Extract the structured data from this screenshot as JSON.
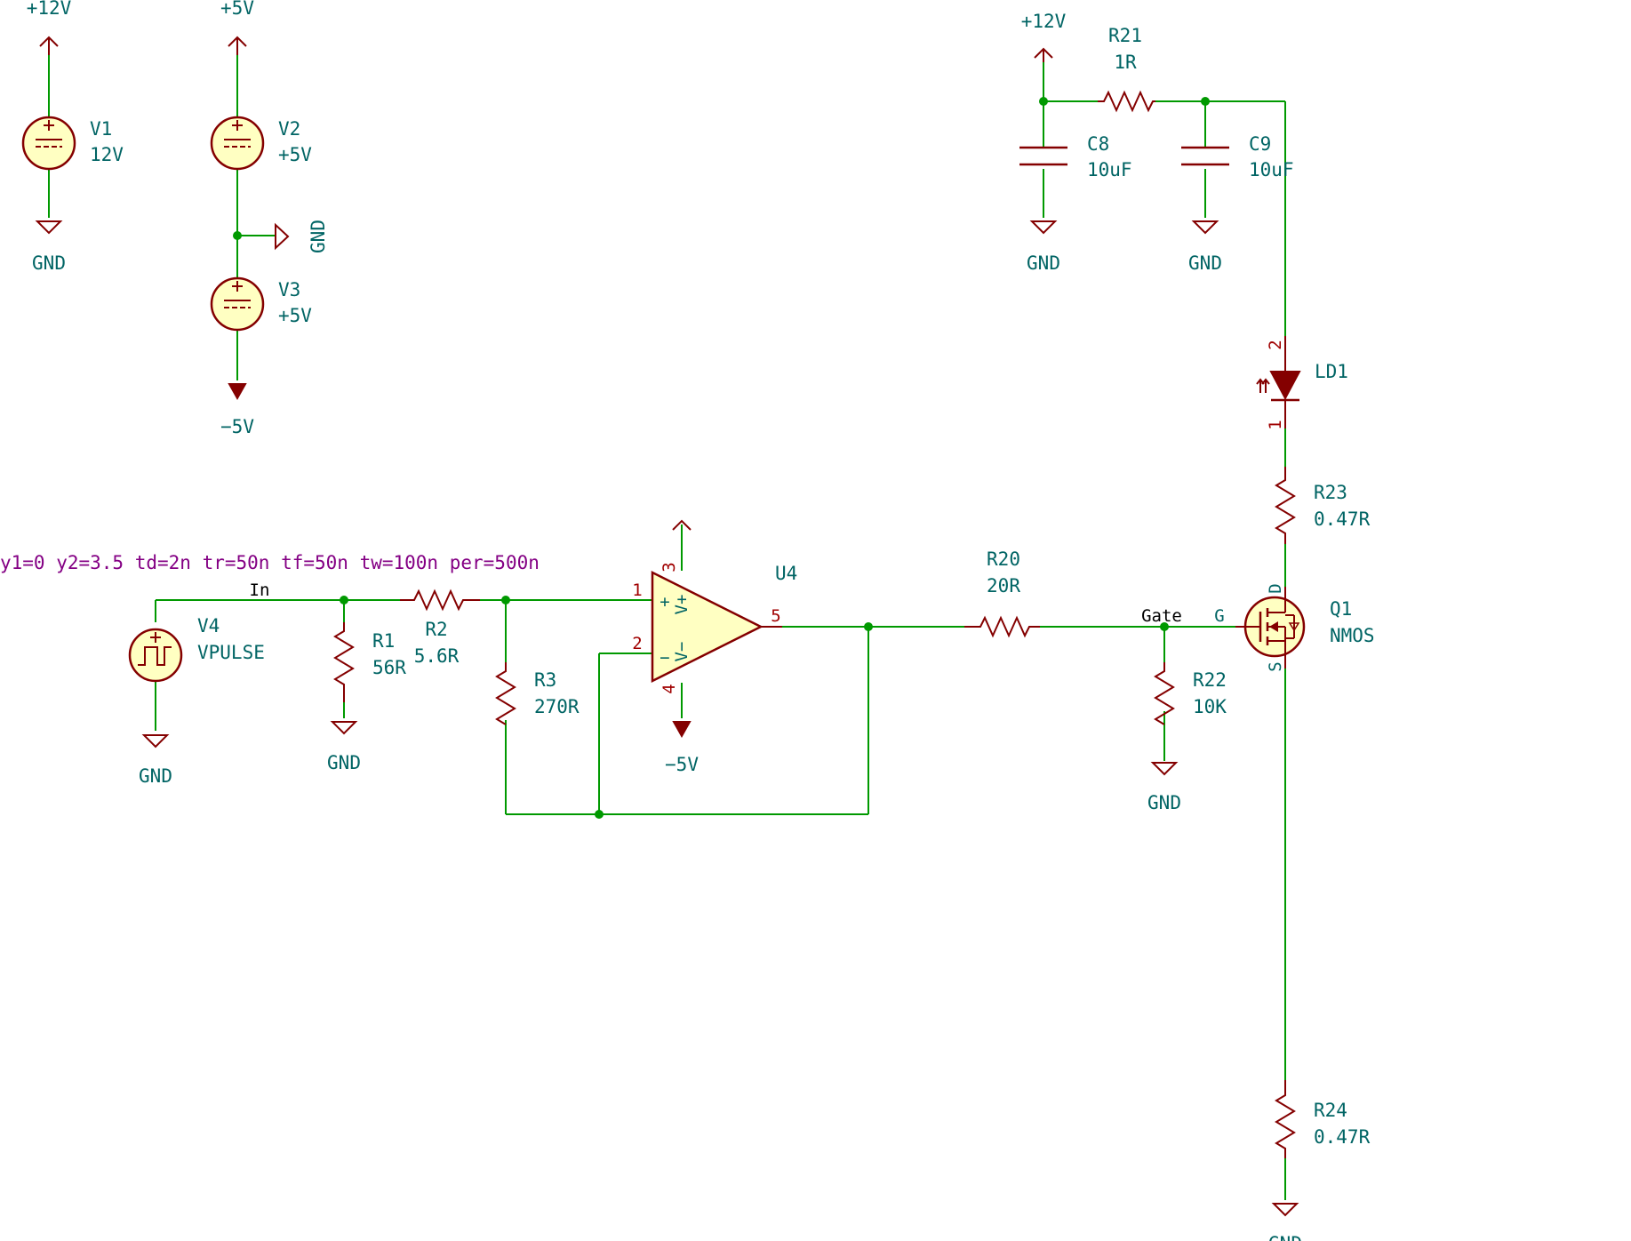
{
  "colors": {
    "wire": "#009900",
    "symbol": "#840000",
    "body_fill": "#ffffc2",
    "ref_text": "#006464",
    "pin_text": "#a00000",
    "sim_text": "#840084"
  },
  "power": {
    "p12_a": "+12V",
    "p5": "+5V",
    "gnd_v1": "GND",
    "gnd_mid": "GND",
    "m5_a": "−5V",
    "p12_b": "+12V",
    "gnd_c8": "GND",
    "gnd_c9": "GND",
    "gnd_v4": "GND",
    "gnd_r1": "GND",
    "m5_b": "−5V",
    "gnd_r22": "GND",
    "gnd_r24": "GND"
  },
  "components": {
    "V1": {
      "ref": "V1",
      "value": "12V"
    },
    "V2": {
      "ref": "V2",
      "value": "+5V"
    },
    "V3": {
      "ref": "V3",
      "value": "+5V"
    },
    "V4": {
      "ref": "V4",
      "value": "VPULSE"
    },
    "R1": {
      "ref": "R1",
      "value": "56R"
    },
    "R2": {
      "ref": "R2",
      "value": "5.6R"
    },
    "R3": {
      "ref": "R3",
      "value": "270R"
    },
    "R20": {
      "ref": "R20",
      "value": "20R"
    },
    "R21": {
      "ref": "R21",
      "value": "1R"
    },
    "R22": {
      "ref": "R22",
      "value": "10K"
    },
    "R23": {
      "ref": "R23",
      "value": "0.47R"
    },
    "R24": {
      "ref": "R24",
      "value": "0.47R"
    },
    "C8": {
      "ref": "C8",
      "value": "10uF"
    },
    "C9": {
      "ref": "C9",
      "value": "10uF"
    },
    "U4": {
      "ref": "U4"
    },
    "LD1": {
      "ref": "LD1"
    },
    "Q1": {
      "ref": "Q1",
      "value": "NMOS"
    }
  },
  "pins": {
    "u4_1": "1",
    "u4_2": "2",
    "u4_3": "3",
    "u4_4": "4",
    "u4_5": "5",
    "u4_vp": "V+",
    "u4_vm": "V−",
    "u4_plus": "+",
    "u4_minus": "−",
    "ld_2": "2",
    "ld_1": "1",
    "q_d": "D",
    "q_g": "G",
    "q_s": "S"
  },
  "nets": {
    "in": "In",
    "gate": "Gate"
  },
  "sim_params": "y1=0 y2=3.5 td=2n tr=50n  tf=50n tw=100n per=500n"
}
